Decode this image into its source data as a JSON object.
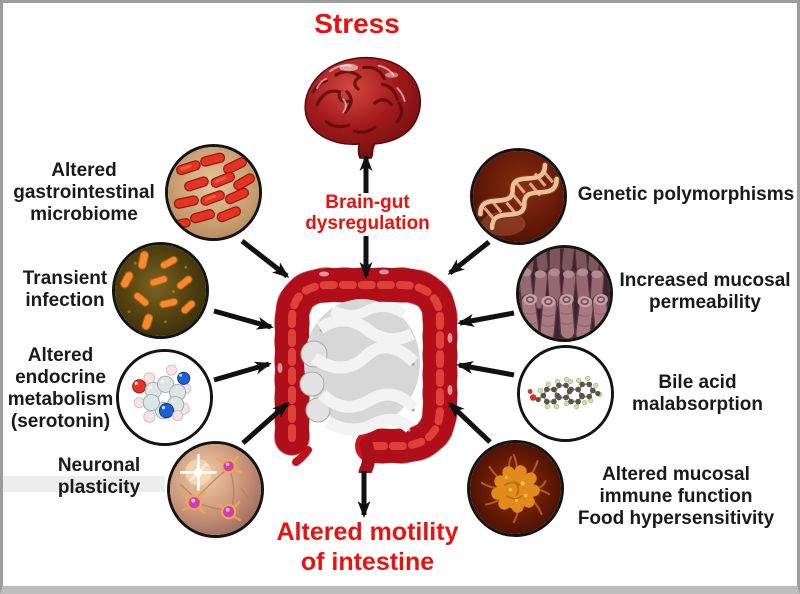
{
  "title": "Stress",
  "brain_gut": {
    "lines": [
      "Brain-gut",
      "dysregulation"
    ]
  },
  "bottom_label": {
    "lines": [
      "Altered motility",
      "of intestine"
    ]
  },
  "center": {
    "organ_top": "brain",
    "organ_center": "intestine"
  },
  "factors_left": [
    {
      "icon": "red-bacteria-icon",
      "lines": [
        "Altered",
        "gastrointestinal",
        "microbiome"
      ]
    },
    {
      "icon": "orange-bacteria-icon",
      "lines": [
        "Transient",
        "infection"
      ]
    },
    {
      "icon": "serotonin-molecule-icon",
      "lines": [
        "Altered",
        "endocrine",
        "metabolism",
        "(serotonin)"
      ]
    },
    {
      "icon": "neurons-icon",
      "lines": [
        "Neuronal",
        "plasticity"
      ]
    }
  ],
  "factors_right": [
    {
      "icon": "dna-helix-icon",
      "lines": [
        "Genetic polymorphisms"
      ]
    },
    {
      "icon": "intestinal-villi-icon",
      "lines": [
        "Increased mucosal",
        "permeability"
      ]
    },
    {
      "icon": "bile-acid-molecule-icon",
      "lines": [
        "Bile acid",
        "malabsorption"
      ]
    },
    {
      "icon": "immune-cell-icon",
      "lines": [
        "Altered mucosal",
        "immune function",
        "Food hypersensitivity"
      ]
    }
  ],
  "colors": {
    "accent_red": "#e8130d",
    "label_text": "#1a1a1a",
    "circle_border": "#141414",
    "frame_gray": "#9c9c9c"
  }
}
